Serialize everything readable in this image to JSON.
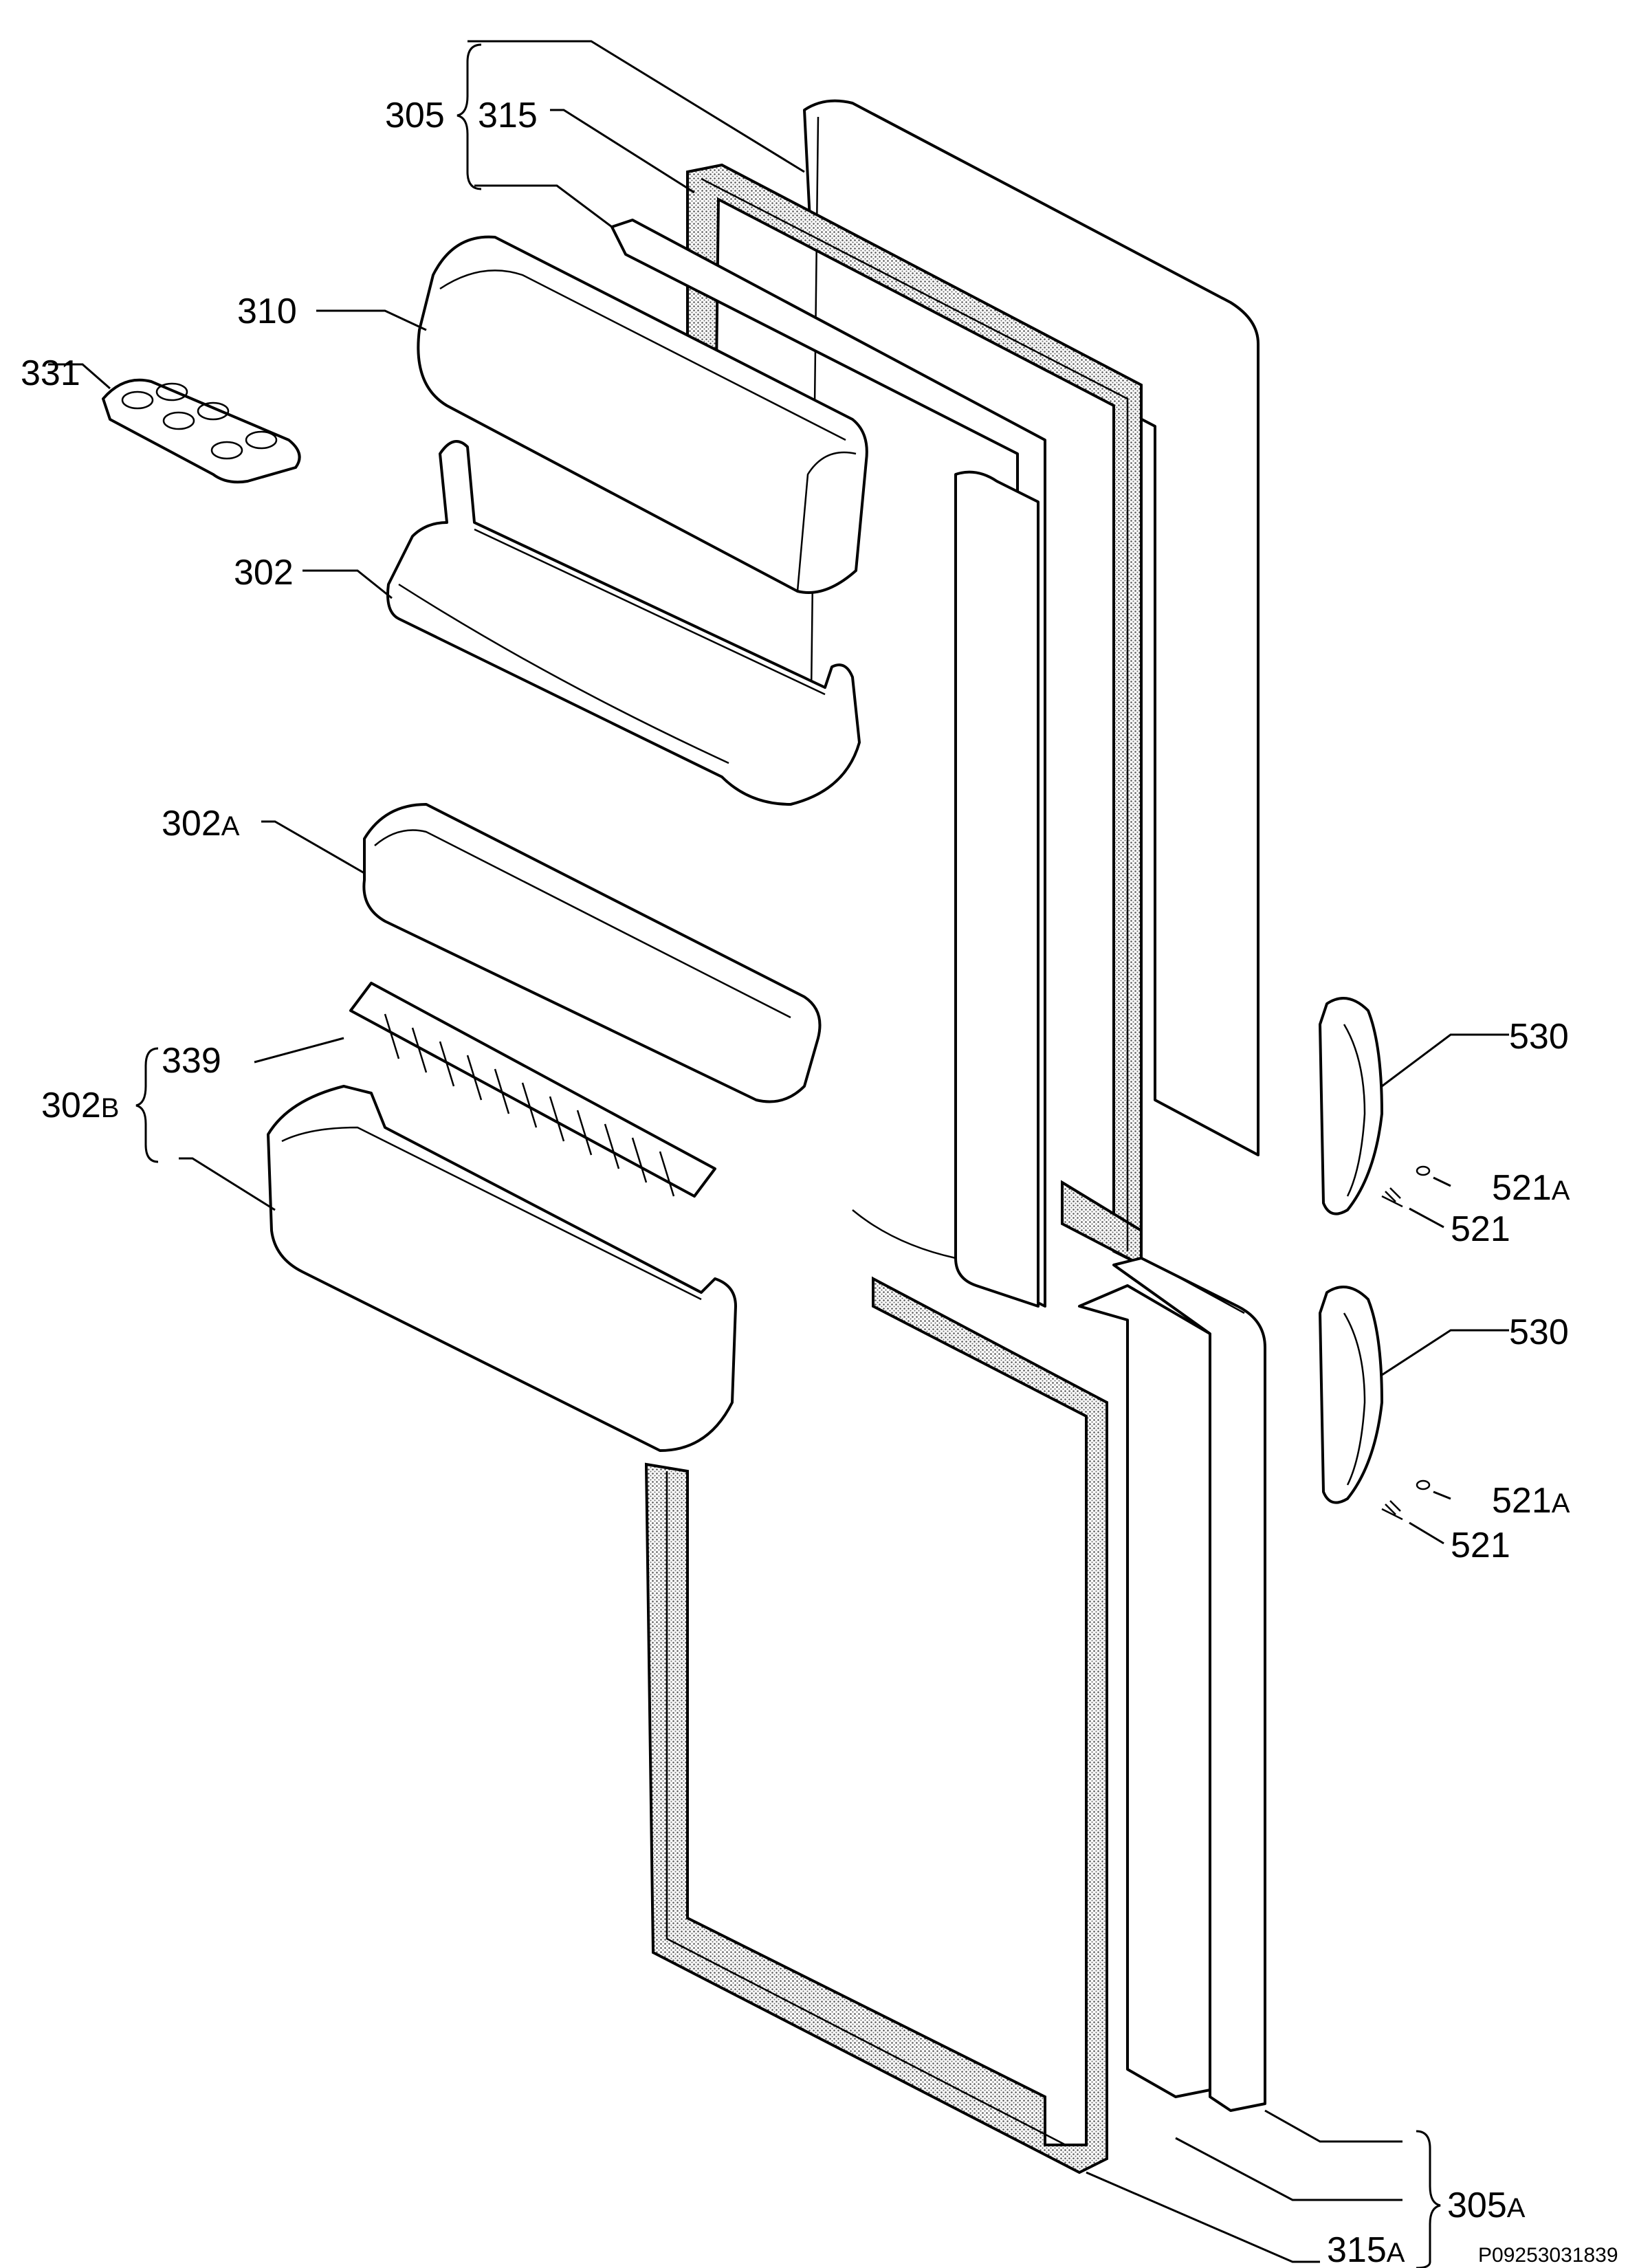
{
  "labels": {
    "l305": "305",
    "l315": "315",
    "l310": "310",
    "l331": "331",
    "l302": "302",
    "l302a_num": "302",
    "l302a_suf": "A",
    "l339": "339",
    "l302b_num": "302",
    "l302b_suf": "B",
    "l530_top": "530",
    "l521a_top_num": "521",
    "l521a_top_suf": "A",
    "l521_top": "521",
    "l530_bot": "530",
    "l521a_bot_num": "521",
    "l521a_bot_suf": "A",
    "l521_bot": "521",
    "l305a_num": "305",
    "l305a_suf": "A",
    "l315a_num": "315",
    "l315a_suf": "A"
  },
  "footer": {
    "reference": "P09253031839"
  }
}
